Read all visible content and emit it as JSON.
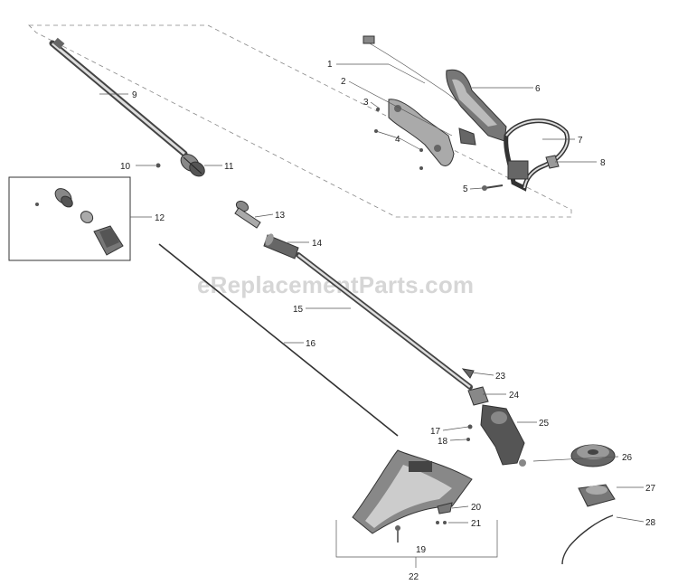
{
  "watermark": "eReplacementParts.com",
  "labels": {
    "p1": "1",
    "p2": "2",
    "p3": "3",
    "p4": "4",
    "p5": "5",
    "p6": "6",
    "p7": "7",
    "p8": "8",
    "p9": "9",
    "p10": "10",
    "p11": "11",
    "p12": "12",
    "p13": "13",
    "p14": "14",
    "p15": "15",
    "p16": "16",
    "p17": "17",
    "p18": "18",
    "p19": "19",
    "p20": "20",
    "p21": "21",
    "p22": "22",
    "p23": "23",
    "p24": "24",
    "p25": "25",
    "p26": "26",
    "p27": "27",
    "p28": "28"
  }
}
